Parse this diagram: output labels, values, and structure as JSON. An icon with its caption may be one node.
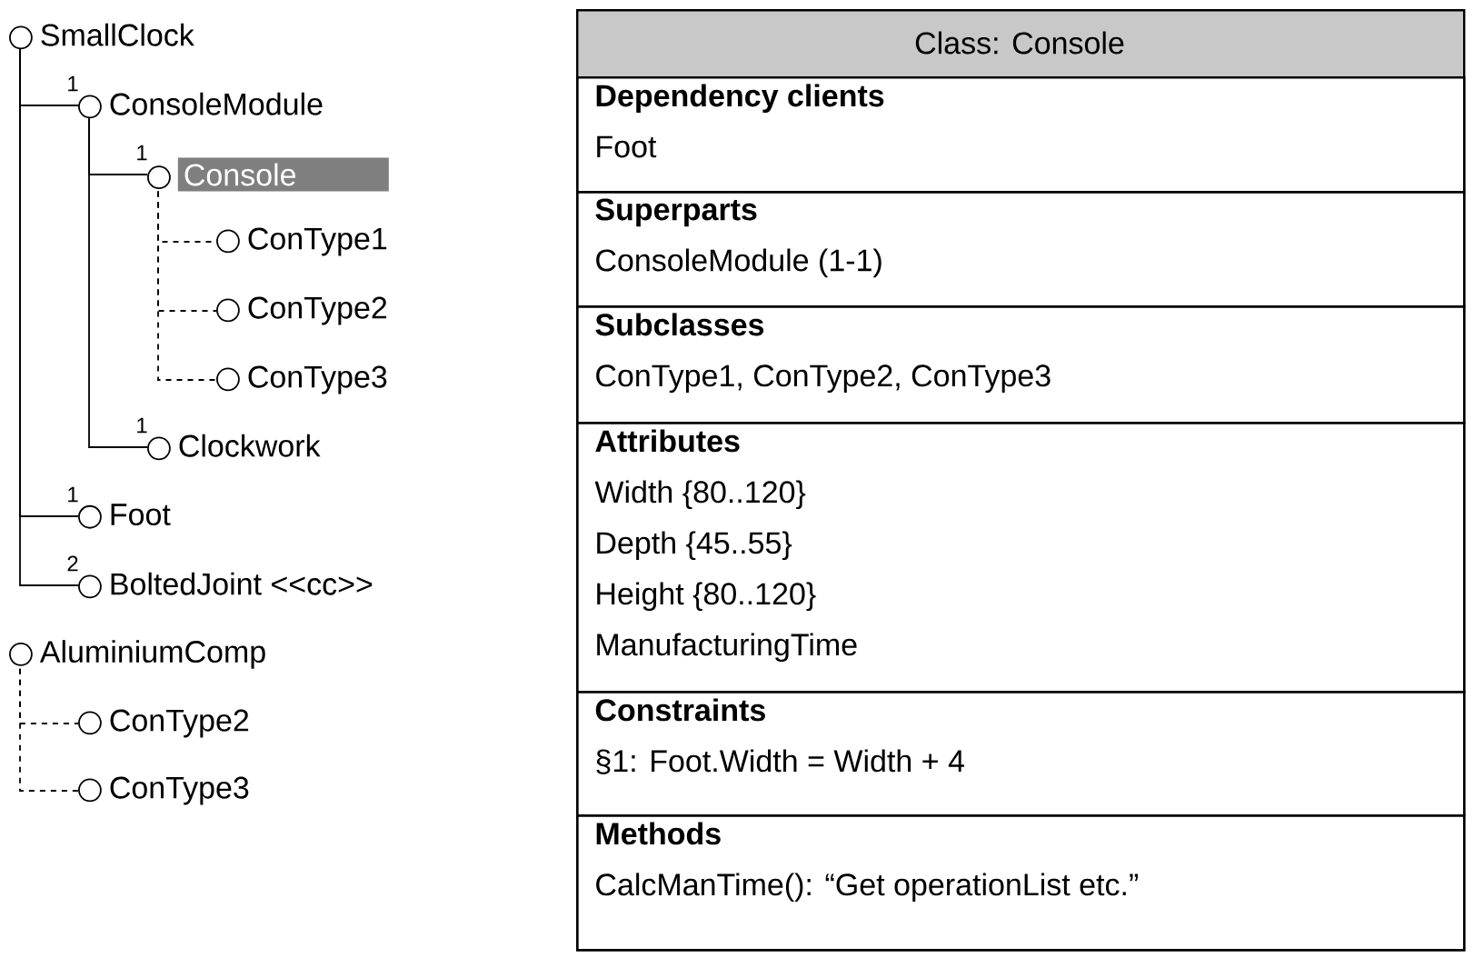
{
  "diagram": {
    "nodes": [
      {
        "text": [
          "SmallClock"
        ]
      },
      {
        "text": [
          "ConsoleModule"
        ]
      },
      {
        "text": [
          "Console"
        ]
      },
      {
        "text": [
          "ConType1"
        ]
      },
      {
        "text": [
          "ConType2"
        ]
      },
      {
        "text": [
          "ConType3"
        ]
      },
      {
        "text": [
          "Clockwork"
        ]
      },
      {
        "text": [
          "Foot"
        ]
      },
      {
        "text": [
          "BoltedJoint <<cc>>"
        ]
      },
      {
        "text": [
          "AluminiumComp"
        ]
      },
      {
        "text": [
          "ConType2"
        ]
      },
      {
        "text": [
          "ConType3"
        ]
      },
      {
        "text": [
          "Class: Console"
        ]
      },
      {
        "text": [
          "Dependency clients",
          "Foot"
        ],
        "in": 12
      },
      {
        "text": [
          "Superparts",
          "ConsoleModule (1-1)"
        ],
        "in": 12
      },
      {
        "text": [
          "Subclasses",
          "ConType1, ConType2, ConType3"
        ],
        "in": 12
      },
      {
        "text": [
          "Attributes",
          "Width {80..120}",
          "Depth {45..55}",
          "Height {80..120}",
          "ManufacturingTime"
        ],
        "in": 12
      },
      {
        "text": [
          "Constraints",
          "§1: Foot.Width = Width + 4"
        ],
        "in": 12
      },
      {
        "text": [
          "Methods",
          "CalcManTime(): “Get operationList etc.”"
        ],
        "in": 12
      }
    ],
    "edges": [
      {
        "from": 0,
        "to": 1,
        "arrow": "none",
        "label": "1"
      },
      {
        "from": 1,
        "to": 2,
        "arrow": "none",
        "label": "1"
      },
      {
        "from": 2,
        "to": 3,
        "arrow": "none",
        "style": "dashed"
      },
      {
        "from": 2,
        "to": 4,
        "arrow": "none",
        "style": "dashed"
      },
      {
        "from": 2,
        "to": 5,
        "arrow": "none",
        "style": "dashed"
      },
      {
        "from": 1,
        "to": 6,
        "arrow": "none",
        "label": "1"
      },
      {
        "from": 0,
        "to": 7,
        "arrow": "none",
        "label": "1"
      },
      {
        "from": 0,
        "to": 8,
        "arrow": "none",
        "label": "2"
      },
      {
        "from": 9,
        "to": 10,
        "arrow": "none",
        "style": "dashed"
      },
      {
        "from": 9,
        "to": 11,
        "arrow": "none",
        "style": "dashed"
      }
    ]
  }
}
